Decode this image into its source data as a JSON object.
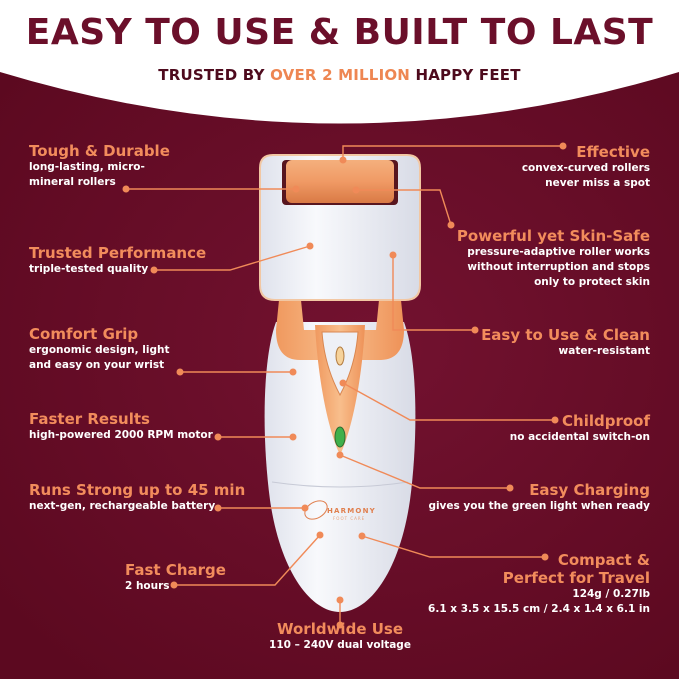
{
  "header": {
    "title": "EASY TO USE & BUILT TO LAST",
    "subtitle_prefix": "TRUSTED BY ",
    "subtitle_highlight": "OVER 2 MILLION",
    "subtitle_suffix": " HAPPY FEET"
  },
  "colors": {
    "background": "#620b24",
    "title": "#6b0f2a",
    "accent": "#f28c5c",
    "text": "#ffffff",
    "device_orange": "#f6a46c",
    "device_white": "#eef0f6",
    "indicator_green": "#3fb04b"
  },
  "product": {
    "brand": "HARMONY",
    "brand_sub": "FOOT CARE"
  },
  "features_left": [
    {
      "title": "Tough & Durable",
      "lines": [
        "long-lasting, micro-",
        "mineral rollers"
      ]
    },
    {
      "title": "Trusted Performance",
      "lines": [
        "triple-tested quality"
      ]
    },
    {
      "title": "Comfort Grip",
      "lines": [
        "ergonomic design, light",
        "and easy on your wrist"
      ]
    },
    {
      "title": "Faster Results",
      "lines": [
        "high-powered 2000 RPM motor"
      ]
    },
    {
      "title": "Runs Strong up to 45 min",
      "lines": [
        "next-gen, rechargeable battery"
      ]
    },
    {
      "title": "Fast Charge",
      "lines": [
        "2 hours"
      ]
    }
  ],
  "features_right": [
    {
      "title": "Effective",
      "lines": [
        "convex-curved rollers",
        "never miss a spot"
      ]
    },
    {
      "title": "Powerful yet Skin-Safe",
      "lines": [
        "pressure-adaptive roller works",
        "without interruption and stops",
        "only to protect skin"
      ]
    },
    {
      "title": "Easy to Use & Clean",
      "lines": [
        "water-resistant"
      ]
    },
    {
      "title": "Childproof",
      "lines": [
        "no accidental switch-on"
      ]
    },
    {
      "title": "Easy Charging",
      "lines": [
        "gives you the green light when ready"
      ]
    },
    {
      "title_lines": [
        "Compact &",
        "Perfect for Travel"
      ],
      "lines": [
        "124g / 0.27lb",
        "6.1 x 3.5 x 15.5 cm / 2.4 x 1.4 x 6.1 in"
      ]
    }
  ],
  "feature_bottom": {
    "title": "Worldwide Use",
    "lines": [
      "110 – 240V dual voltage"
    ]
  }
}
